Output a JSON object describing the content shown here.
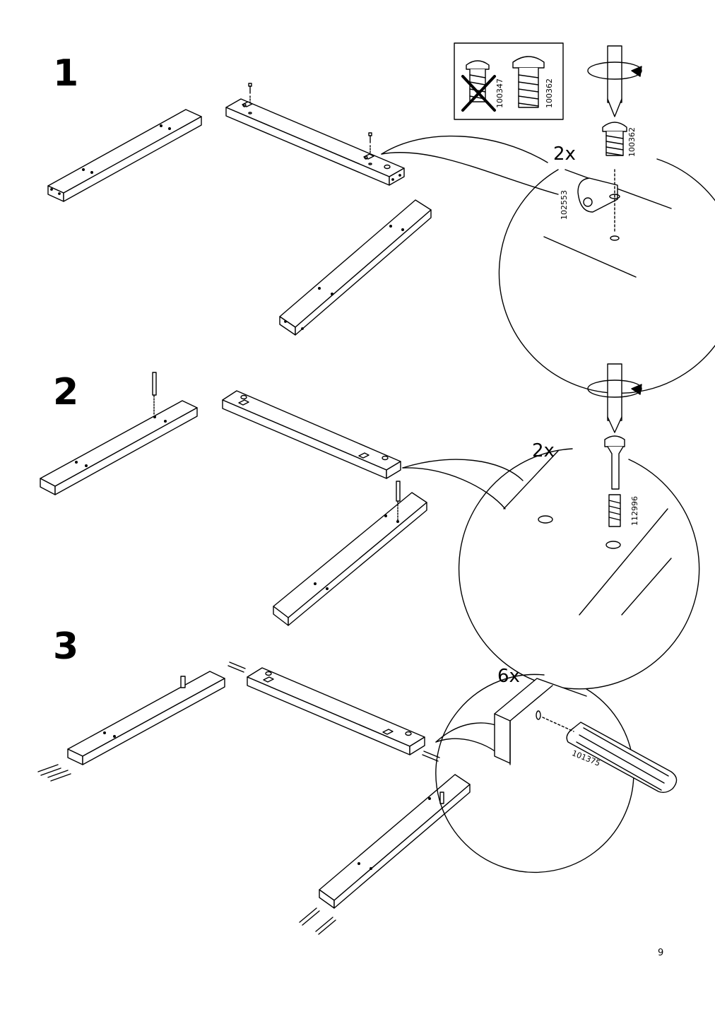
{
  "page_number": "9",
  "steps": [
    {
      "number": "1",
      "quantity": "2x",
      "part_numbers": {
        "screw": "100362",
        "bracket": "102553"
      },
      "screw_choice": {
        "wrong": "100347",
        "right": "100362"
      }
    },
    {
      "number": "2",
      "quantity": "2x",
      "part_numbers": {
        "cam_bolt": "112996"
      }
    },
    {
      "number": "3",
      "quantity": "6x",
      "part_numbers": {
        "dowel": "101375"
      }
    }
  ]
}
